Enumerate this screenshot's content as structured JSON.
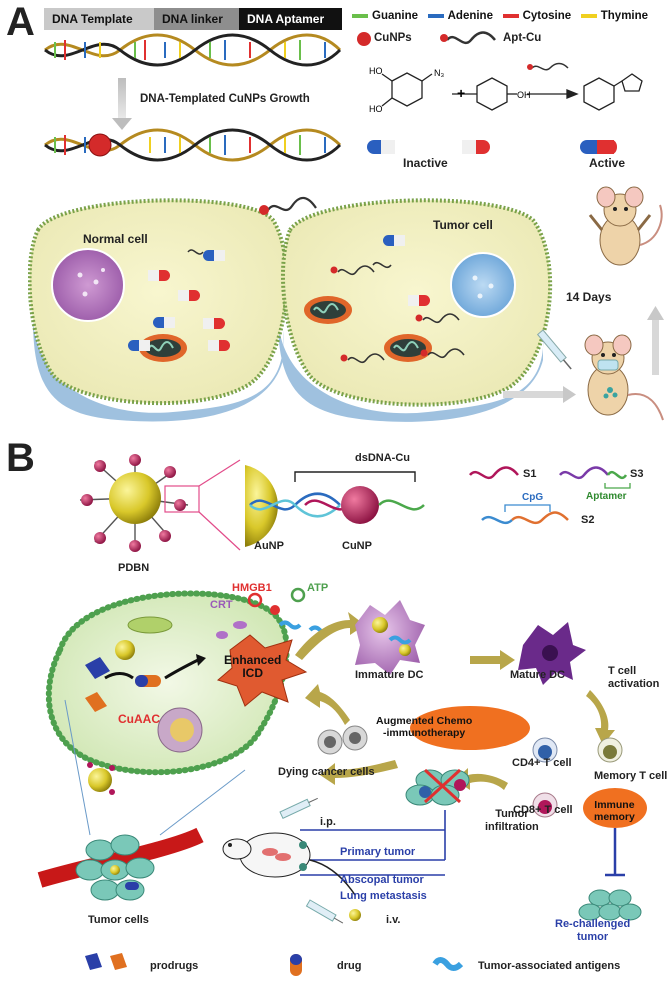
{
  "panel_a": {
    "letter": "A",
    "strand_segments": [
      "DNA Template",
      "DNA linker",
      "DNA Aptamer"
    ],
    "growth_label": "DNA-Templated CuNPs Growth",
    "legend": [
      {
        "name": "Guanine",
        "color": "#6abf4b"
      },
      {
        "name": "Adenine",
        "color": "#2a6bbf"
      },
      {
        "name": "Cytosine",
        "color": "#e03030"
      },
      {
        "name": "Thymine",
        "color": "#f0d020"
      }
    ],
    "legend_cunps": "CuNPs",
    "legend_aptcu": "Apt-Cu",
    "reaction_n3": "N₃",
    "reaction_oh": "OH",
    "reaction_ho": "HO",
    "reaction_n": "N",
    "reaction_plus": "+",
    "inactive_label": "Inactive",
    "active_label": "Active",
    "normal_cell": "Normal cell",
    "tumor_cell": "Tumor cell",
    "days_label": "14 Days"
  },
  "panel_b": {
    "letter": "B",
    "pdbn": "PDBN",
    "dsdna": "dsDNA-Cu",
    "aunp": "AuNP",
    "cunp": "CuNP",
    "s1": "S1",
    "s2": "S2",
    "s3": "S3",
    "cpg": "CpG",
    "aptamer": "Aptamer",
    "hmgb1": "HMGB1",
    "atp": "ATP",
    "crt": "CRT",
    "enhanced_icd": "Enhanced\nICD",
    "cuaac": "CuAAC",
    "immature_dc": "Immature DC",
    "mature_dc": "Mature DC",
    "t_cell_activation": "T cell\nactivation",
    "augmented": "Augmented Chemo\n-immunotherapy",
    "cd4": "CD4+ T cell",
    "cd8": "CD8+ T cell",
    "memory": "Memory T cell",
    "immune_memory": "Immune\nmemory",
    "dying": "Dying cancer cells",
    "tumor_infiltration": "Tumor\ninfiltration",
    "rechallenged": "Re-challenged\ntumor",
    "primary": "Primary tumor",
    "abscopal": "Abscopal tumor",
    "lung": "Lung metastasis",
    "ip": "i.p.",
    "iv": "i.v.",
    "tumor_cells": "Tumor cells",
    "legend_prodrugs": "prodrugs",
    "legend_drug": "drug",
    "legend_antigens": "Tumor-associated antigens"
  }
}
